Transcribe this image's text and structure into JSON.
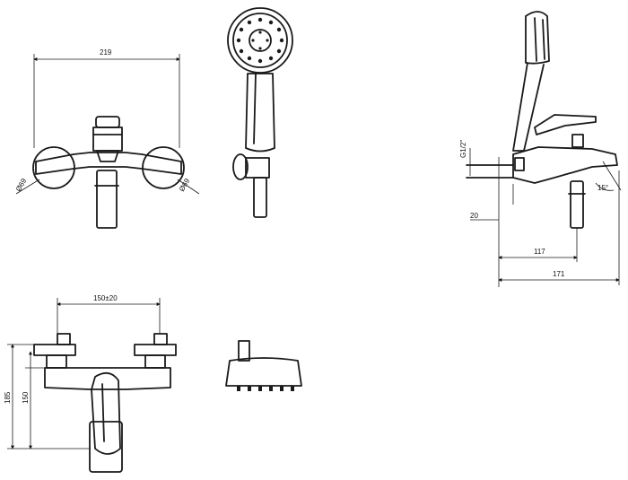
{
  "dimensions": {
    "width_219": "219",
    "dia_left": "Ø69",
    "dia_right": "Ø69",
    "thread": "G1/2\"",
    "offset_20": "20",
    "depth_117": "117",
    "depth_171": "171",
    "angle_15": "15°",
    "spacing": "150±20",
    "height_185": "185",
    "height_150": "150"
  }
}
